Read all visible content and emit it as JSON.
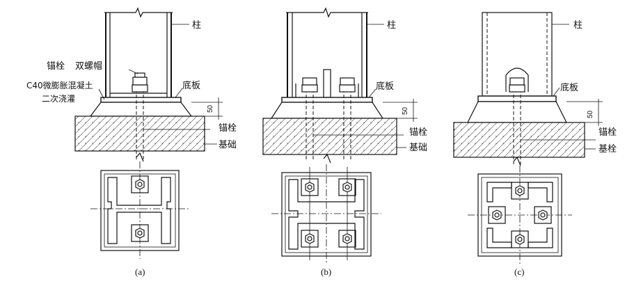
{
  "labels": {
    "column": "柱",
    "anchor_bolt_top": "锚栓",
    "double_nut": "双螺帽",
    "grout_line1": "C40微膨胀混凝土",
    "grout_line2": "二次浇灌",
    "base_plate": "底板",
    "anchor_bolt": "锚栓",
    "foundation": "基础",
    "foundation_c": "基栓",
    "dim_50": "50"
  },
  "captions": [
    "(a)",
    "(b)",
    "(c)"
  ]
}
